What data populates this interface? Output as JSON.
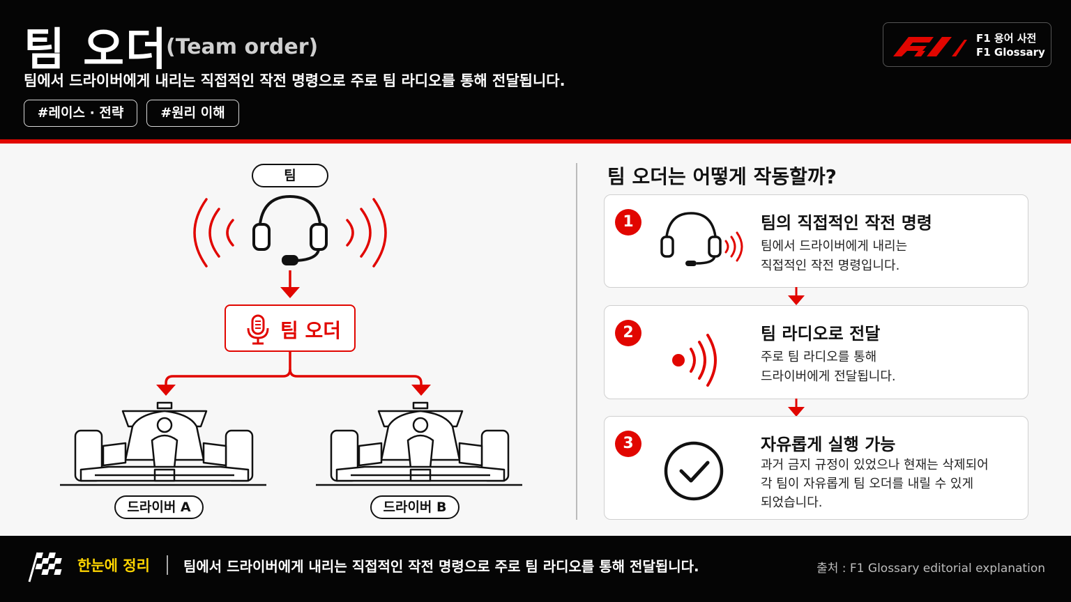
{
  "header": {
    "title": "팀 오더",
    "title_en": "(Team order)",
    "subtitle": "팀에서 드라이버에게 내리는 직접적인 작전 명령으로 주로 팀 라디오를 통해 전달됩니다.",
    "tags": [
      "#레이스 · 전략",
      "#원리 이해"
    ],
    "logo_line1": "F1 용어 사전",
    "logo_line2": "F1 Glossary"
  },
  "diagram": {
    "team_label": "팀",
    "order_label": "팀 오더",
    "driver_a": "드라이버 A",
    "driver_b": "드라이버 B",
    "icons": [
      "headset-icon",
      "radio-waves-icon",
      "microphone-icon",
      "race-car-icon"
    ]
  },
  "how": {
    "title": "팀 오더는 어떻게 작동할까?",
    "steps": [
      {
        "num": "1",
        "title": "팀의 직접적인 작전 명령",
        "desc": "팀에서 드라이버에게 내리는\n직접적인 작전 명령입니다.",
        "icon": "headset-icon"
      },
      {
        "num": "2",
        "title": "팀 라디오로 전달",
        "desc": "주로 팀 라디오를 통해\n드라이버에게 전달됩니다.",
        "icon": "radio-signal-icon"
      },
      {
        "num": "3",
        "title": "자유롭게 실행 가능",
        "desc": "과거 금지 규정이 있었으나 현재는 삭제되어\n각 팀이 자유롭게 팀 오더를 내릴 수 있게\n되었습니다.",
        "icon": "check-circle-icon"
      }
    ]
  },
  "footer": {
    "title": "한눈에 정리",
    "text": "팀에서 드라이버에게 내리는 직접적인 작전 명령으로 주로 팀 라디오를 통해 전달됩니다.",
    "source": "출처 : F1 Glossary editorial explanation"
  },
  "colors": {
    "accent": "#e10600",
    "header_bg": "#050505",
    "footer_highlight": "#ffd500"
  }
}
